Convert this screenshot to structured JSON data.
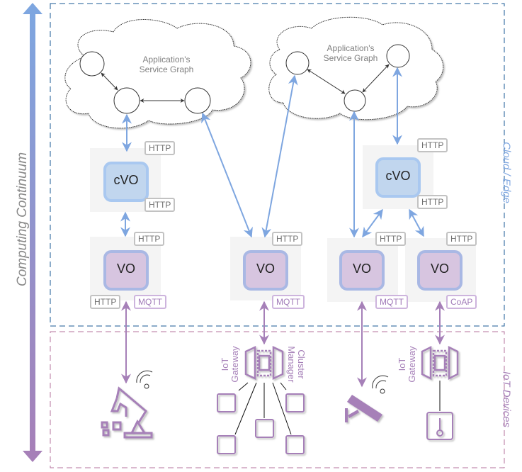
{
  "axis": {
    "label": "Computing Continuum",
    "top_color": "#7ea6e0",
    "bottom_color": "#a680b8"
  },
  "zones": [
    {
      "name": "cloud-edge",
      "label": "Cloud / Edge",
      "color": "#1a5a96",
      "label_color": "#7ea6e0"
    },
    {
      "name": "iot-devices",
      "label": "IoT Devices",
      "color": "#b5739d",
      "label_color": "#a680b8"
    }
  ],
  "service_graphs": [
    {
      "title_line1": "Application's",
      "title_line2": "Service Graph"
    },
    {
      "title_line1": "Application's",
      "title_line2": "Service Graph"
    }
  ],
  "orchestrators": {
    "cvo_label": "cVO",
    "vo_label": "VO",
    "cvo_fill": "#c1d6ee",
    "cvo_border": "#a9c8f0",
    "vo_fill": "#d7c5e0",
    "vo_border": "#a9b8e4"
  },
  "protocols": {
    "http": "HTTP",
    "mqtt": "MQTT",
    "coap": "CoAP"
  },
  "devices": {
    "gateway_label_line1": "IoT",
    "gateway_label_line2": "Gateway",
    "cluster_label_line1": "Cluster",
    "cluster_label_line2": "Manager",
    "icon_color": "#a680b8",
    "link_color": "#7ea6e0"
  }
}
